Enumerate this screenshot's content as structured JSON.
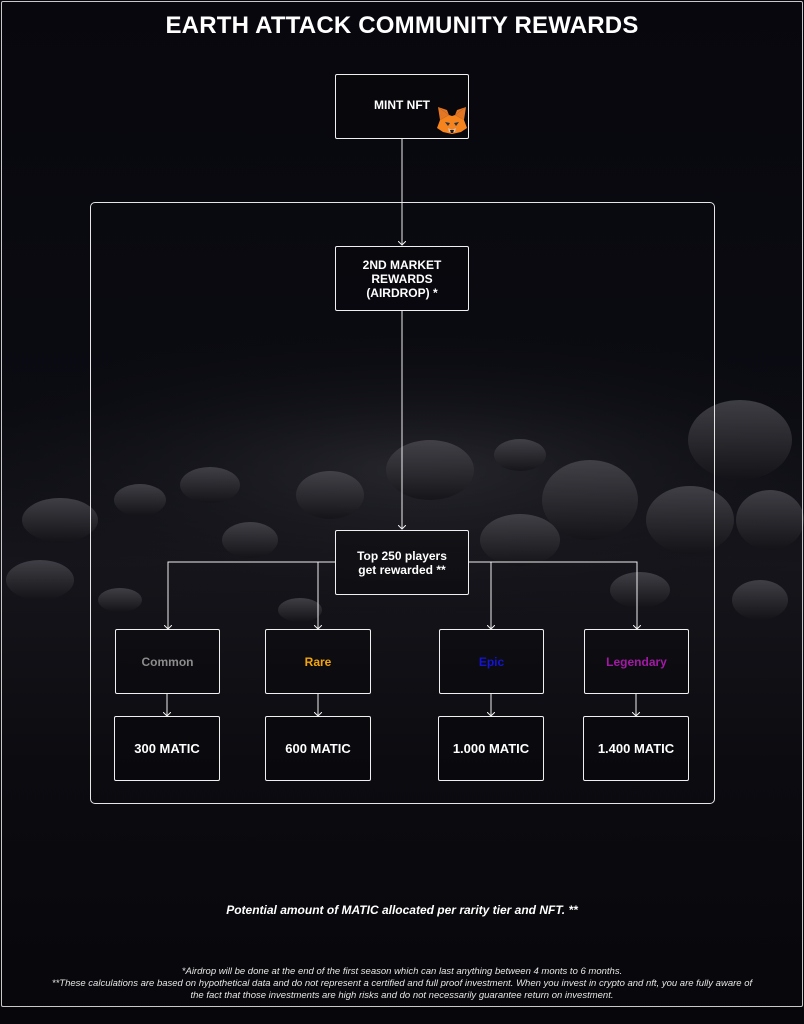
{
  "header": {
    "title": "EARTH ATTACK COMMUNITY REWARDS"
  },
  "nodes": {
    "mint": "MINT NFT",
    "market_line1": "2ND MARKET",
    "market_line2": "REWARDS",
    "market_line3": "(AIRDROP) *",
    "top_line1": "Top 250 players",
    "top_line2": "get rewarded **"
  },
  "tiers": [
    {
      "name": "Common",
      "color": "#8c8c8c",
      "reward": "300 MATIC"
    },
    {
      "name": "Rare",
      "color": "#f2a50c",
      "reward": "600 MATIC"
    },
    {
      "name": "Epic",
      "color": "#1414d2",
      "reward": "1.000 MATIC"
    },
    {
      "name": "Legendary",
      "color": "#a318a6",
      "reward": "1.400 MATIC"
    }
  ],
  "caption": "Potential amount of MATIC allocated per rarity tier and NFT. **",
  "footnotes": {
    "line1": "*Airdrop will be done at the end of the first season which can last anything between 4 monts to 6 months.",
    "line2": "**These calculations are based on hypothetical data and do not represent a certified and full proof investment. When you invest in crypto and nft, you are fully aware of",
    "line3": "the fact that those investments are high risks and do not necessarily guarantee return on investment."
  },
  "icons": {
    "wallet": "fox-wallet-icon"
  },
  "colors": {
    "background": "#06060b",
    "line": "#f0f0f0"
  }
}
